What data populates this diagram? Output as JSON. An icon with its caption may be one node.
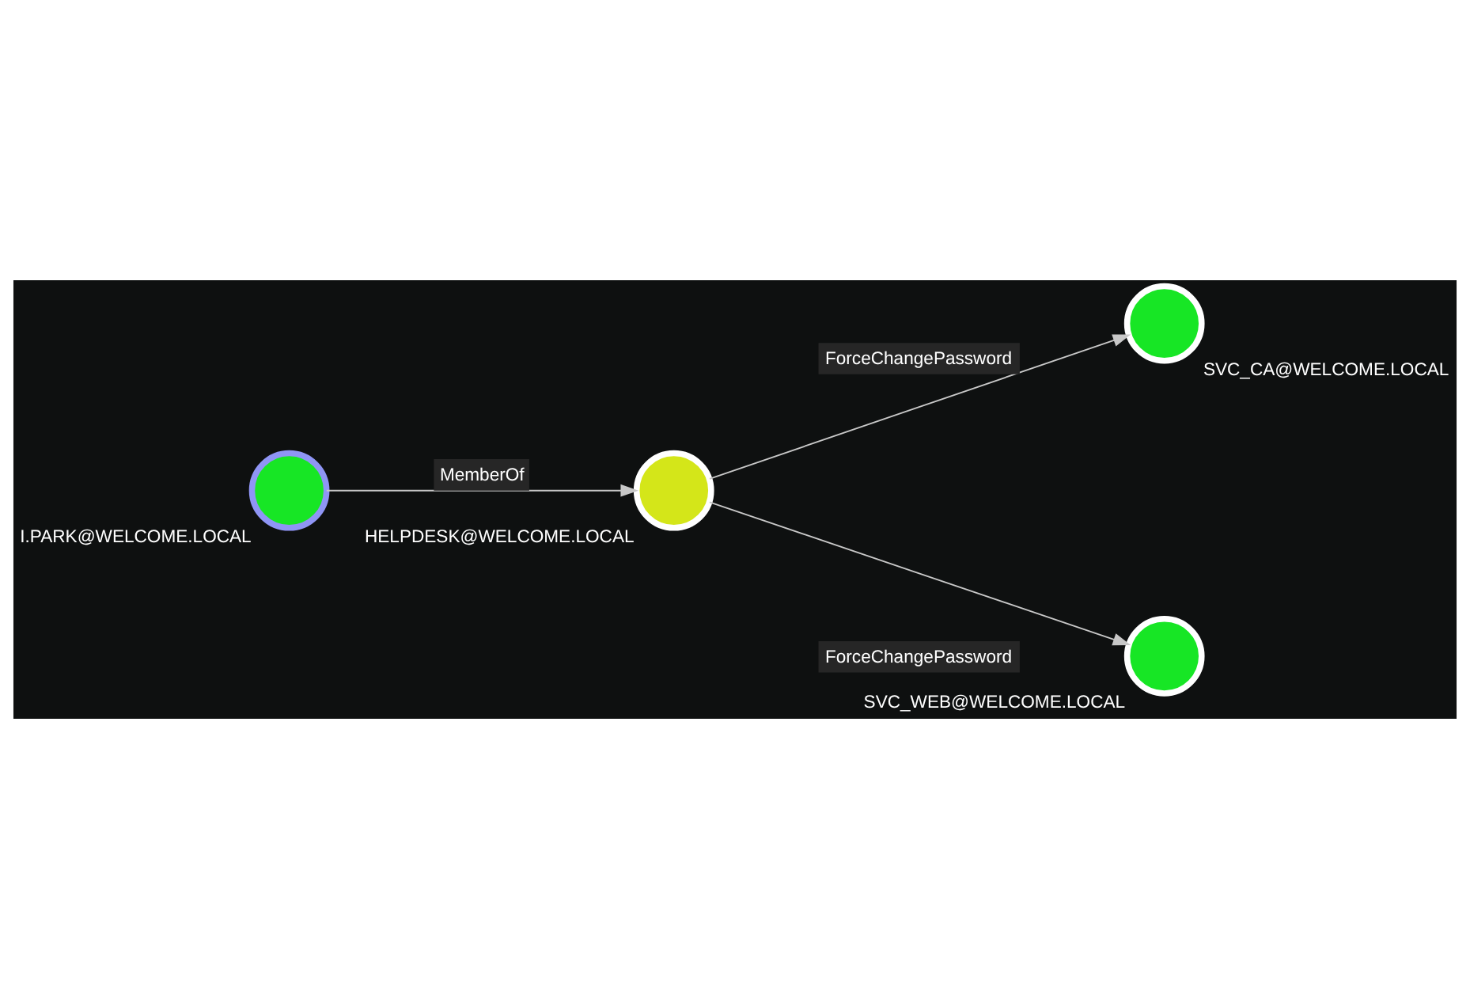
{
  "diagram": {
    "nodes": [
      {
        "text": [],
        "shape": "circle",
        "beside": [
          "I.PARK@WELCOME.LOCAL"
        ]
      },
      {
        "text": [],
        "shape": "circle",
        "beside": [
          "HELPDESK@WELCOME.LOCAL"
        ]
      },
      {
        "text": [],
        "shape": "circle",
        "beside": [
          "SVC_CA@WELCOME.LOCAL"
        ]
      },
      {
        "text": [],
        "shape": "circle",
        "beside": [
          "SVC_WEB@WELCOME.LOCAL"
        ]
      }
    ],
    "edges": [
      {
        "from": 0,
        "to": 1,
        "arrow": "to",
        "label": "MemberOf"
      },
      {
        "from": 1,
        "to": 2,
        "arrow": "to",
        "label": "ForceChangePassword"
      },
      {
        "from": 1,
        "to": 3,
        "arrow": "to",
        "label": "ForceChangePassword"
      }
    ]
  }
}
